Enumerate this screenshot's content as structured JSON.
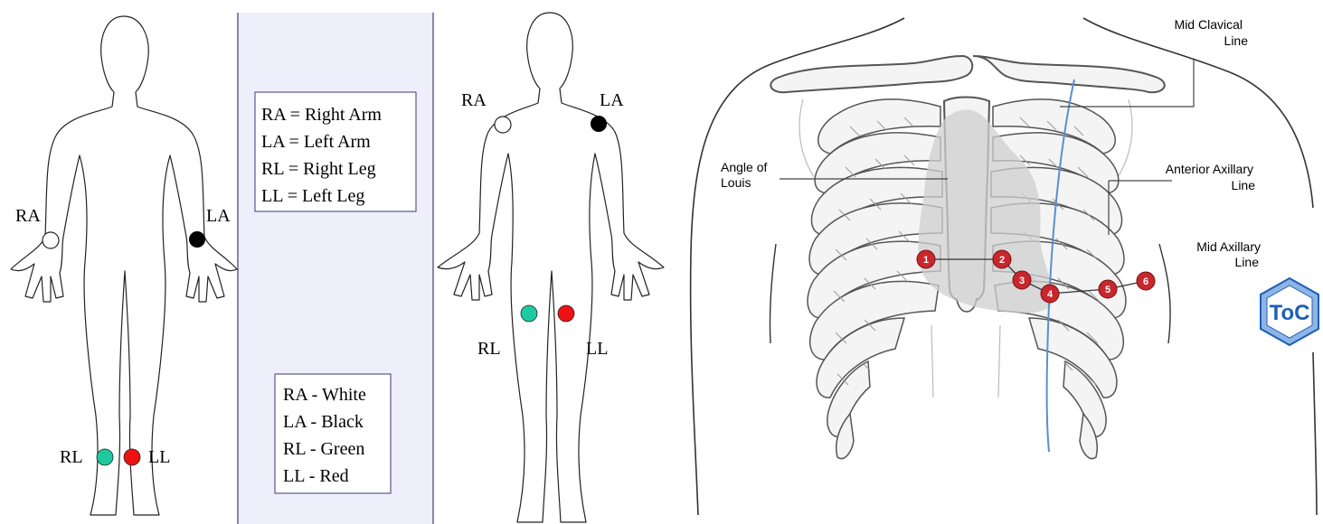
{
  "legend_abbrev": [
    "RA = Right Arm",
    "LA = Left Arm",
    "RL = Right Leg",
    "LL = Left Leg"
  ],
  "legend_colors": [
    "RA - White",
    "LA - Black",
    "RL - Green",
    "LL - Red"
  ],
  "front_figure": {
    "ra": "RA",
    "la": "LA",
    "rl": "RL",
    "ll": "LL"
  },
  "back_figure": {
    "ra": "RA",
    "la": "LA",
    "rl": "RL",
    "ll": "LL"
  },
  "chest": {
    "mid_clavical": [
      "Mid Clavical",
      "Line"
    ],
    "angle_of_louis": [
      "Angle of",
      "Louis"
    ],
    "anterior_axillary": [
      "Anterior Axillary",
      "Line"
    ],
    "mid_axillary": [
      "Mid Axillary",
      "Line"
    ],
    "electrodes": [
      "1",
      "2",
      "3",
      "4",
      "5",
      "6"
    ]
  },
  "toc_badge": "ToC",
  "colors": {
    "white_electrode": "#ffffff",
    "black_electrode": "#000000",
    "green_electrode": "#1fc9a0",
    "red_electrode": "#ee1111",
    "legend_panel": "#efeffb",
    "panel_border": "#3a3a7a",
    "mid_clavical_line": "#5a8fd0",
    "electrode_marker": "#c8272d",
    "heart_shade": "#d4d4d4",
    "toc_blue": "#1d5fb5"
  }
}
